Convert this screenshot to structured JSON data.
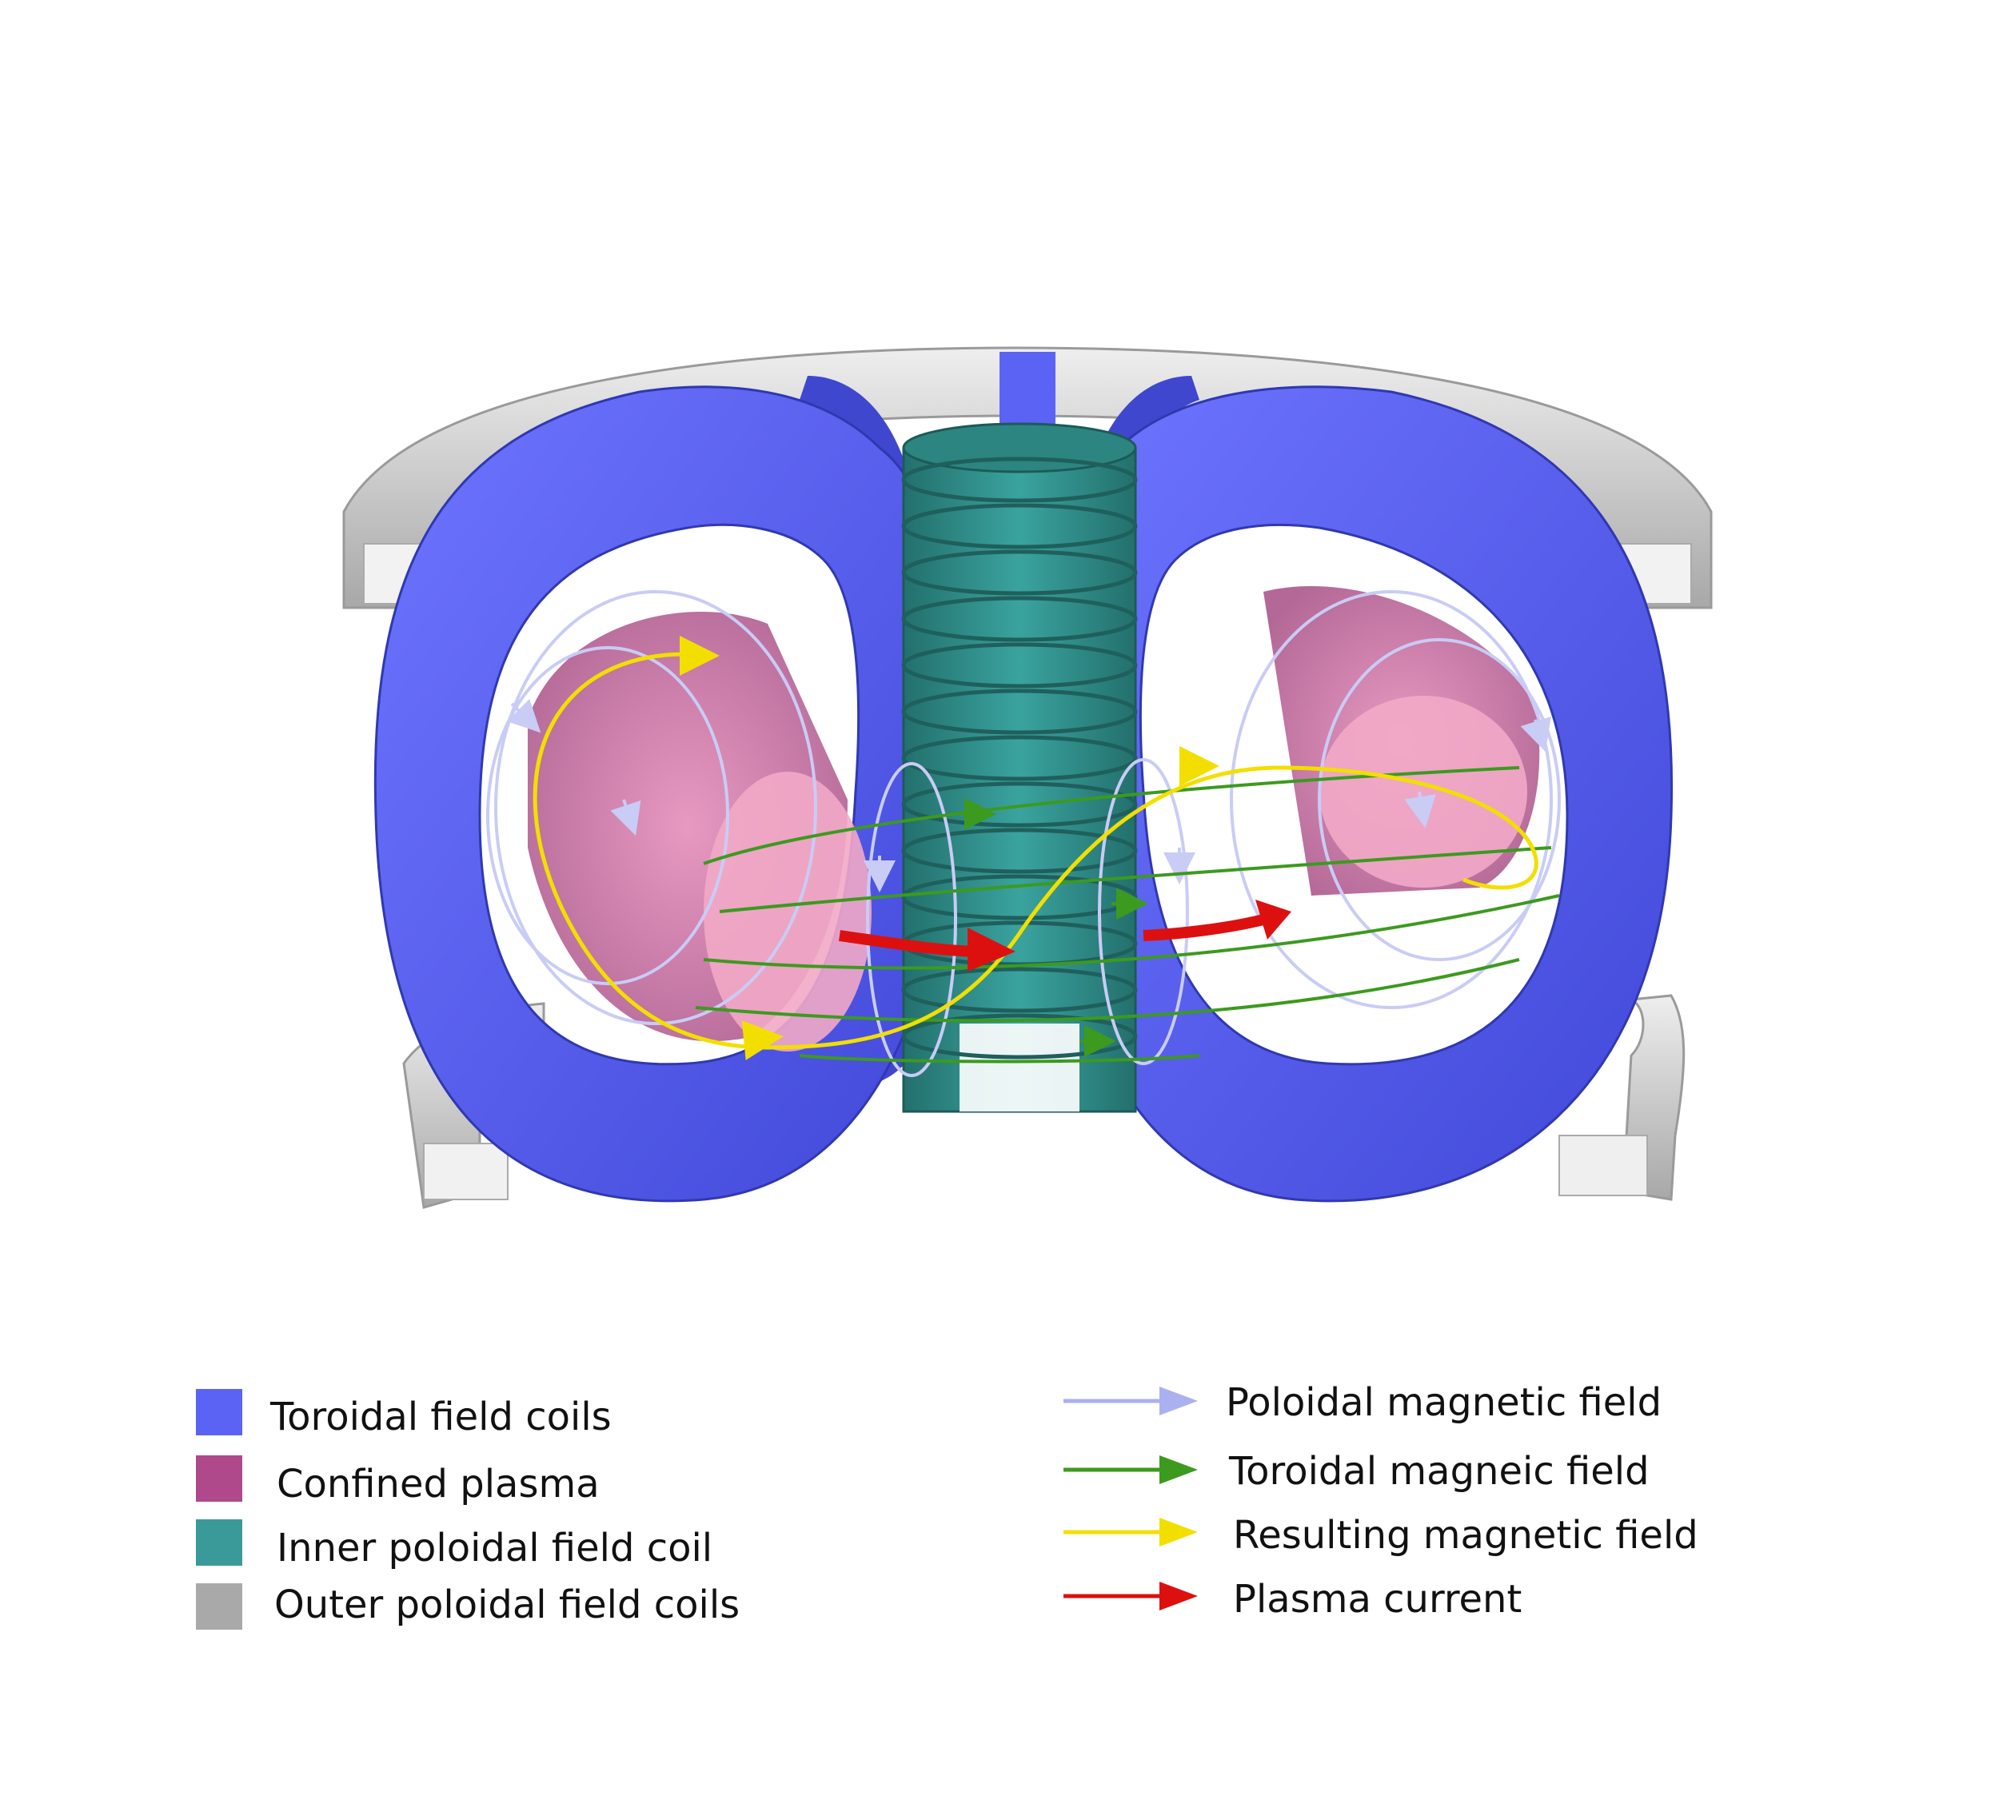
{
  "legend": {
    "components": [
      {
        "label": "Toroidal field coils",
        "color": "#5b63f5"
      },
      {
        "label": "Confined plasma",
        "color": "#b0488c"
      },
      {
        "label": "Inner poloidal field coil",
        "color": "#3a9a9a"
      },
      {
        "label": "Outer poloidal field coils",
        "color": "#a9a9a9"
      }
    ],
    "fields": [
      {
        "label": "Poloidal magnetic field",
        "color": "#aab0f0"
      },
      {
        "label": "Toroidal magneic field",
        "color": "#3c9a1e"
      },
      {
        "label": "Resulting magnetic field",
        "color": "#f2df00"
      },
      {
        "label": "Plasma current",
        "color": "#dd1010"
      }
    ]
  },
  "colors": {
    "coil_blue": "#5b63f5",
    "coil_blue_dark": "#3d44c8",
    "plasma": "#c2508f",
    "plasma_light": "#f2a9c6",
    "solenoid": "#2f8a86",
    "solenoid_dark": "#1f5f5c",
    "outer_coil": "#d8d8d8",
    "outer_coil_dark": "#b5b5b5"
  }
}
